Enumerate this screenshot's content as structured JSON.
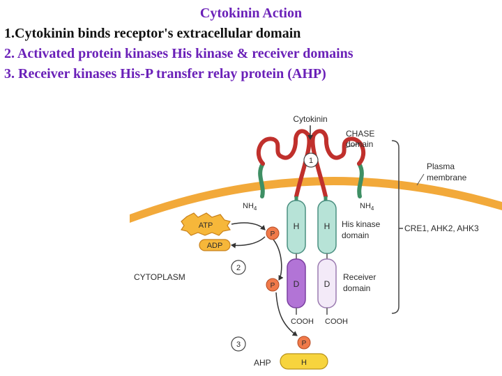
{
  "slide": {
    "title": "Cytokinin Action",
    "bullets": [
      "1.Cytokinin binds receptor's extracellular domain",
      "2. Activated protein kinases His kinase & receiver domains",
      "3. Receiver kinases His-P transfer relay protein (AHP)"
    ]
  },
  "figure": {
    "labels": {
      "cytokinin": "Cytokinin",
      "chase_line1": "CHASE",
      "chase_line2": "domain",
      "plasma_line1": "Plasma",
      "plasma_line2": "membrane",
      "nh4_left": "NH",
      "nh4_right": "NH",
      "nh_sub": "4",
      "his_left": "H",
      "his_right": "H",
      "his_kinase_line1": "His kinase",
      "his_kinase_line2": "domain",
      "receptors": "CRE1, AHK2, AHK3",
      "atp": "ATP",
      "adp": "ADP",
      "p1": "P",
      "p2": "P",
      "p3": "P",
      "step1": "1",
      "step2": "2",
      "step3": "3",
      "cytoplasm": "CYTOPLASM",
      "d_left": "D",
      "d_right": "D",
      "receiver_line1": "Receiver",
      "receiver_line2": "domain",
      "cooh_left": "COOH",
      "cooh_right": "COOH",
      "ahp": "AHP",
      "ahp_h": "H"
    },
    "colors": {
      "membrane": "#f2a93a",
      "chase": "#c0302c",
      "transmembrane": "#3e8f64",
      "his_kinase": "#b7e3d7",
      "receiver_active": "#b274d6",
      "receiver_inactive": "#f3eaf8",
      "phosphate": "#f07a4a",
      "atp": "#f6b73a",
      "ahp": "#f7d43e"
    }
  }
}
